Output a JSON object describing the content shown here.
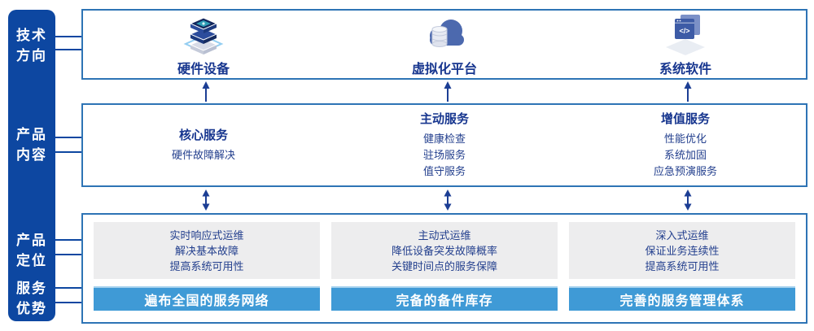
{
  "colors": {
    "sidebar_bg": "#0d47a1",
    "box_border": "#2e74b5",
    "title_navy": "#17368f",
    "body_navy": "#24408e",
    "banner_blue": "#3f9ad6",
    "banner_edge": "#a6d2ee",
    "gray_box": "#ededee",
    "arrow_navy": "#1c3e94",
    "white": "#ffffff"
  },
  "sidebar": {
    "items": [
      {
        "line1": "技术",
        "line2": "方向"
      },
      {
        "line1": "产品",
        "line2": "内容"
      },
      {
        "line1": "产品",
        "line2": "定位"
      },
      {
        "line1": "服务",
        "line2": "优势"
      }
    ]
  },
  "top_row": {
    "items": [
      {
        "label": "硬件设备",
        "icon": "server-stack-icon"
      },
      {
        "label": "虚拟化平台",
        "icon": "cloud-database-icon"
      },
      {
        "label": "系统软件",
        "icon": "code-window-icon"
      }
    ]
  },
  "middle": {
    "columns": [
      {
        "title": "核心服务",
        "items": [
          "硬件故障解决"
        ]
      },
      {
        "title": "主动服务",
        "items": [
          "健康检查",
          "驻场服务",
          "值守服务"
        ]
      },
      {
        "title": "增值服务",
        "items": [
          "性能优化",
          "系统加固",
          "应急预演服务"
        ]
      }
    ]
  },
  "bottom": {
    "columns": [
      {
        "lines": [
          "实时响应式运维",
          "解决基本故障",
          "提高系统可用性"
        ],
        "banner": "遍布全国的服务网络"
      },
      {
        "lines": [
          "主动式运维",
          "降低设备突发故障概率",
          "关键时间点的服务保障"
        ],
        "banner": "完备的备件库存"
      },
      {
        "lines": [
          "深入式运维",
          "保证业务连续性",
          "提高系统可用性"
        ],
        "banner": "完善的服务管理体系"
      }
    ]
  }
}
